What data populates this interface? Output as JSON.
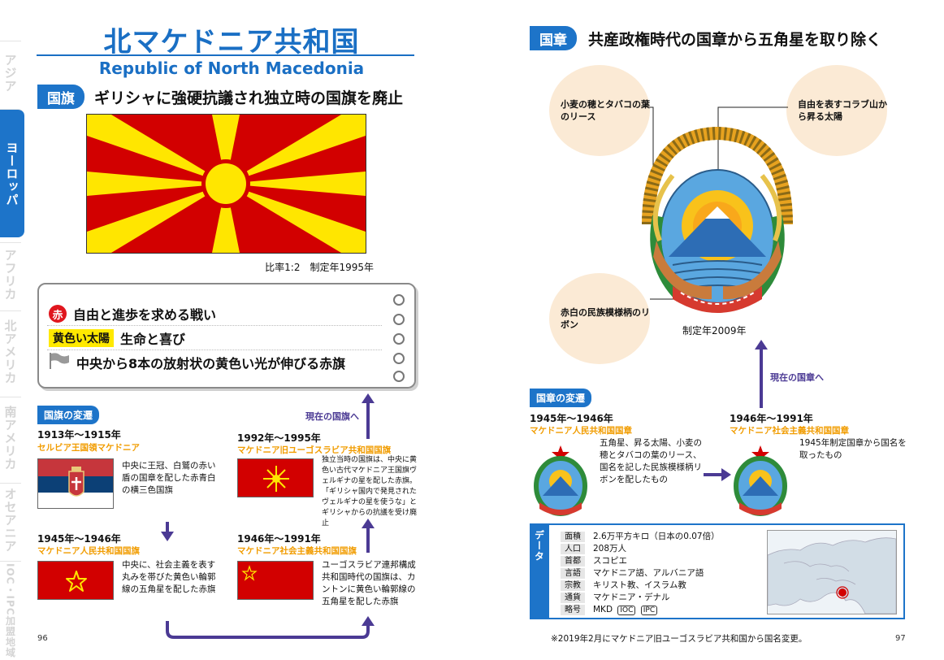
{
  "tabs": [
    "アジア",
    "ヨーロッパ",
    "アフリカ",
    "北アメリカ",
    "南アメリカ",
    "オセアニア",
    "IOC・IPC加盟地域"
  ],
  "left": {
    "title_jp": "北マケドニア共和国",
    "title_en": "Republic of North Macedonia",
    "flag_section": {
      "badge": "国旗",
      "heading": "ギリシャに強硬抗議され独立時の国旗を廃止"
    },
    "flag_caption": "比率1:2　制定年1995年",
    "meaning": {
      "red_label": "赤",
      "red_text": "自由と進歩を求める戦い",
      "yellow_label": "黄色い太陽",
      "yellow_text": "生命と喜び",
      "design_text": "中央から8本の放射状の黄色い光が伸びる赤旗"
    },
    "history_badge": "国旗の変遷",
    "to_current": "現在の国旗へ",
    "items": [
      {
        "era": "1913年～1915年",
        "name": "セルビア王国領マケドニア",
        "desc": "中央に王冠、白鷲の赤い盾の国章を配した赤青白の横三色国旗"
      },
      {
        "era": "1992年～1995年",
        "name": "マケドニア旧ユーゴスラビア共和国国旗",
        "desc": "独立当時の国旗は、中央に黄色い古代マケドニア王国旗ヴェルギナの星を配した赤旗。「ギリシャ国内で発見されたヴェルギナの星を使うな」とギリシャからの抗議を受け廃止"
      },
      {
        "era": "1945年～1946年",
        "name": "マケドニア人民共和国国旗",
        "desc": "中央に、社会主義を表す丸みを帯びた黄色い輪郭線の五角星を配した赤旗"
      },
      {
        "era": "1946年～1991年",
        "name": "マケドニア社会主義共和国国旗",
        "desc": "ユーゴスラビア連邦構成共和国時代の国旗は、カントンに黄色い輪郭線の五角星を配した赤旗"
      }
    ],
    "page": "96"
  },
  "right": {
    "emblem_section": {
      "badge": "国章",
      "heading": "共産政権時代の国章から五角星を取り除く"
    },
    "notes": {
      "wreath": "小麦の穂とタバコの葉のリース",
      "sun": "自由を表すコラブ山から昇る太陽",
      "ribbon": "赤白の民族模様柄のリボン"
    },
    "emblem_caption": "制定年2009年",
    "to_current": "現在の国章へ",
    "history_badge": "国章の変遷",
    "items": [
      {
        "era": "1945年～1946年",
        "name": "マケドニア人民共和国国章",
        "desc": "五角星、昇る太陽、小麦の穂とタバコの葉のリース、国名を記した民族模様柄リボンを配したもの"
      },
      {
        "era": "1946年～1991年",
        "name": "マケドニア社会主義共和国国章",
        "desc": "1945年制定国章から国名を取ったもの"
      }
    ],
    "data": {
      "tab": "データ",
      "rows": [
        {
          "k": "面積",
          "v": "2.6万平方キロ（日本の0.07倍）"
        },
        {
          "k": "人口",
          "v": "208万人"
        },
        {
          "k": "首都",
          "v": "スコピエ"
        },
        {
          "k": "言語",
          "v": "マケドニア語、アルバニア語"
        },
        {
          "k": "宗教",
          "v": "キリスト教、イスラム教"
        },
        {
          "k": "通貨",
          "v": "マケドニア・デナル"
        },
        {
          "k": "略号",
          "v": "MKD"
        }
      ],
      "code_ioc": "IOC",
      "code_ipc": "IPC"
    },
    "footnote": "※2019年2月にマケドニア旧ユーゴスラビア共和国から国名変更。",
    "page": "97"
  },
  "colors": {
    "blue": "#1d74c9",
    "red": "#e0161e",
    "yellow": "#ffe900",
    "orange": "#f19c00",
    "purple": "#4b3a94"
  }
}
